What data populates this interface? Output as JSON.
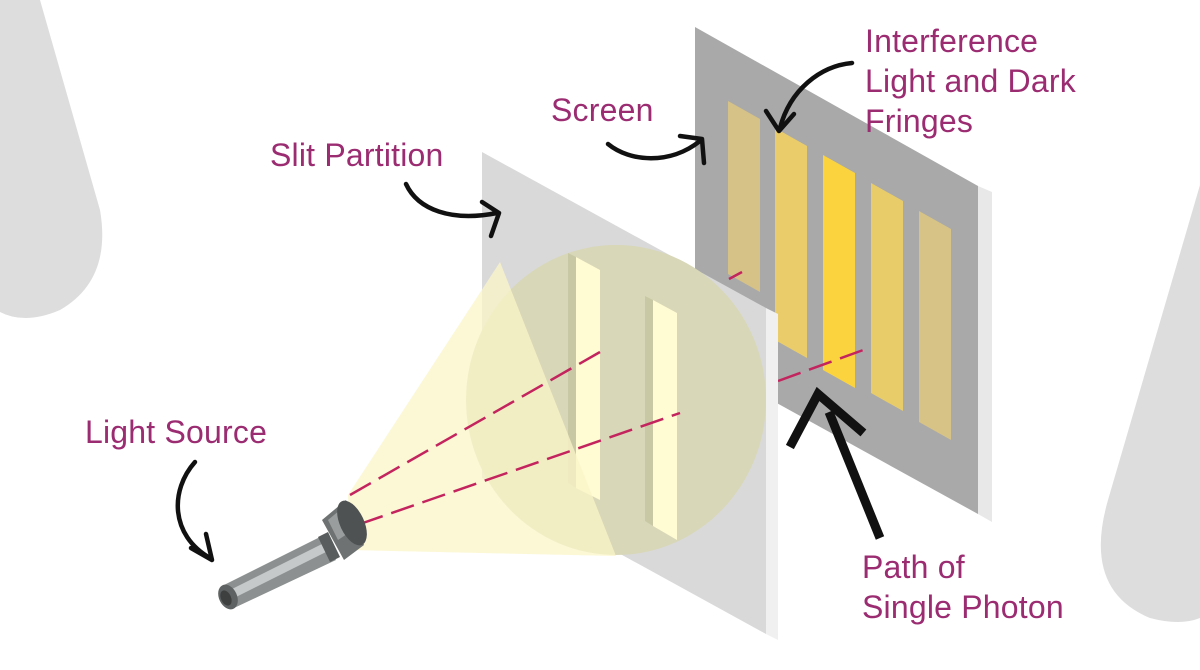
{
  "labels": {
    "light_source": "Light Source",
    "slit_partition": "Slit Partition",
    "screen": "Screen",
    "interference": [
      "Interference",
      "Light and Dark",
      "Fringes"
    ],
    "photon_path": [
      "Path of",
      "Single Photon"
    ]
  },
  "colors": {
    "label": "#9b2c72",
    "photon_path": "#c4245e",
    "arrow": "#111111",
    "background_shape": "#dcdcdc",
    "screen": "#a8a8a8",
    "slit_partition": "#d8d8d8",
    "light_beam": "#fbf6c8",
    "fringe_bright": "#fcd43d",
    "fringe_medium": "#ead06b",
    "fringe_dim": "#d8c384"
  },
  "icons": {
    "light_source": "flashlight-icon"
  }
}
